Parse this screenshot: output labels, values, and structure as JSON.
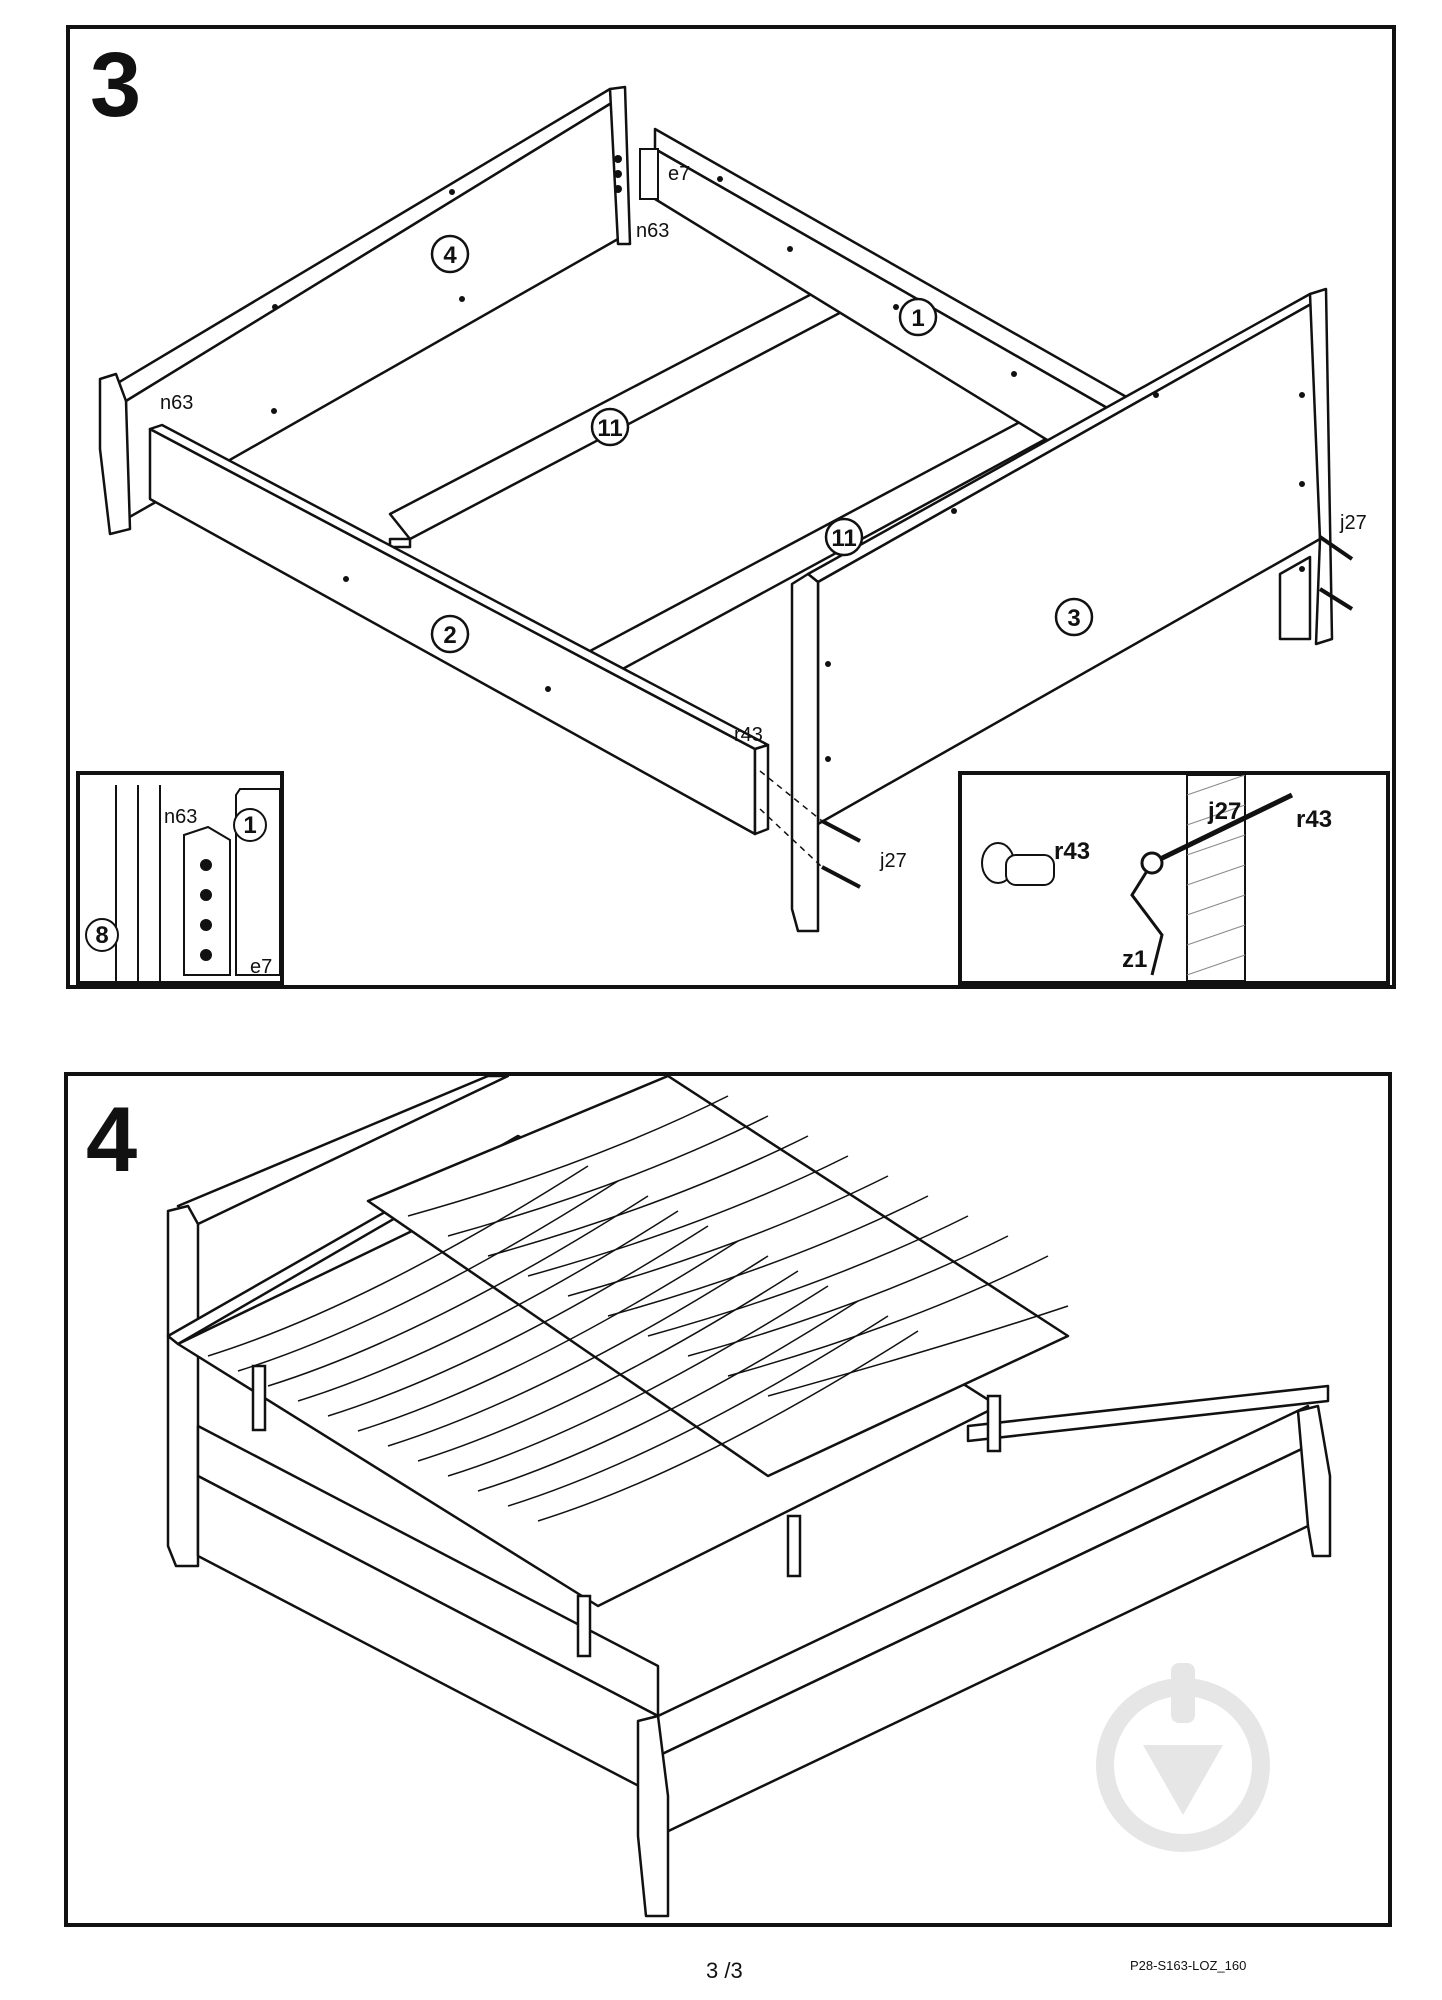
{
  "step3": {
    "number": "3",
    "parts": {
      "p1": "1",
      "p2": "2",
      "p3": "3",
      "p4": "4",
      "p11a": "11",
      "p11b": "11"
    },
    "hardware": {
      "e7_top": "e7",
      "n63_top": "n63",
      "n63_left": "n63",
      "j27_right": "j27",
      "r43_front": "r43",
      "j27_front": "j27"
    },
    "inset_left": {
      "n63": "n63",
      "part1": "1",
      "part8": "8",
      "e7": "e7"
    },
    "inset_right": {
      "r43": "r43",
      "j27": "j27",
      "r43b": "r43",
      "z1": "z1"
    }
  },
  "step4": {
    "number": "4"
  },
  "footer": {
    "page": "3 /3",
    "code": "P28-S163-LOZ_160"
  }
}
